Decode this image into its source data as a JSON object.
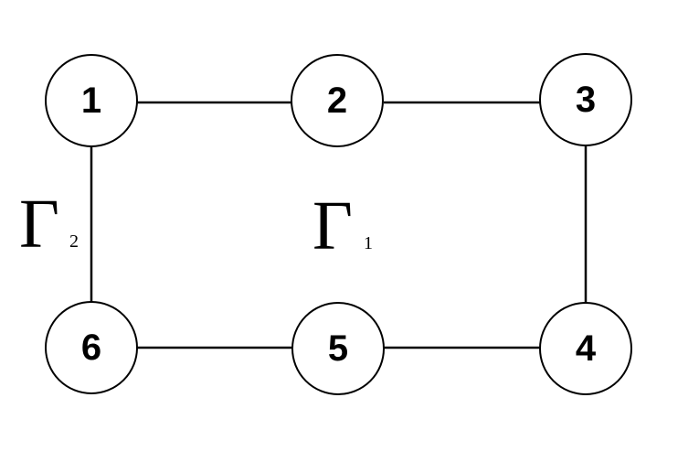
{
  "nodes": [
    {
      "id": "1",
      "label": "1"
    },
    {
      "id": "2",
      "label": "2"
    },
    {
      "id": "3",
      "label": "3"
    },
    {
      "id": "4",
      "label": "4"
    },
    {
      "id": "5",
      "label": "5"
    },
    {
      "id": "6",
      "label": "6"
    }
  ],
  "edges": [
    [
      "1",
      "2"
    ],
    [
      "2",
      "3"
    ],
    [
      "3",
      "4"
    ],
    [
      "4",
      "5"
    ],
    [
      "5",
      "6"
    ],
    [
      "6",
      "1"
    ]
  ],
  "regions": [
    {
      "symbol": "Γ",
      "subscript": "1"
    },
    {
      "symbol": "Γ",
      "subscript": "2"
    }
  ]
}
